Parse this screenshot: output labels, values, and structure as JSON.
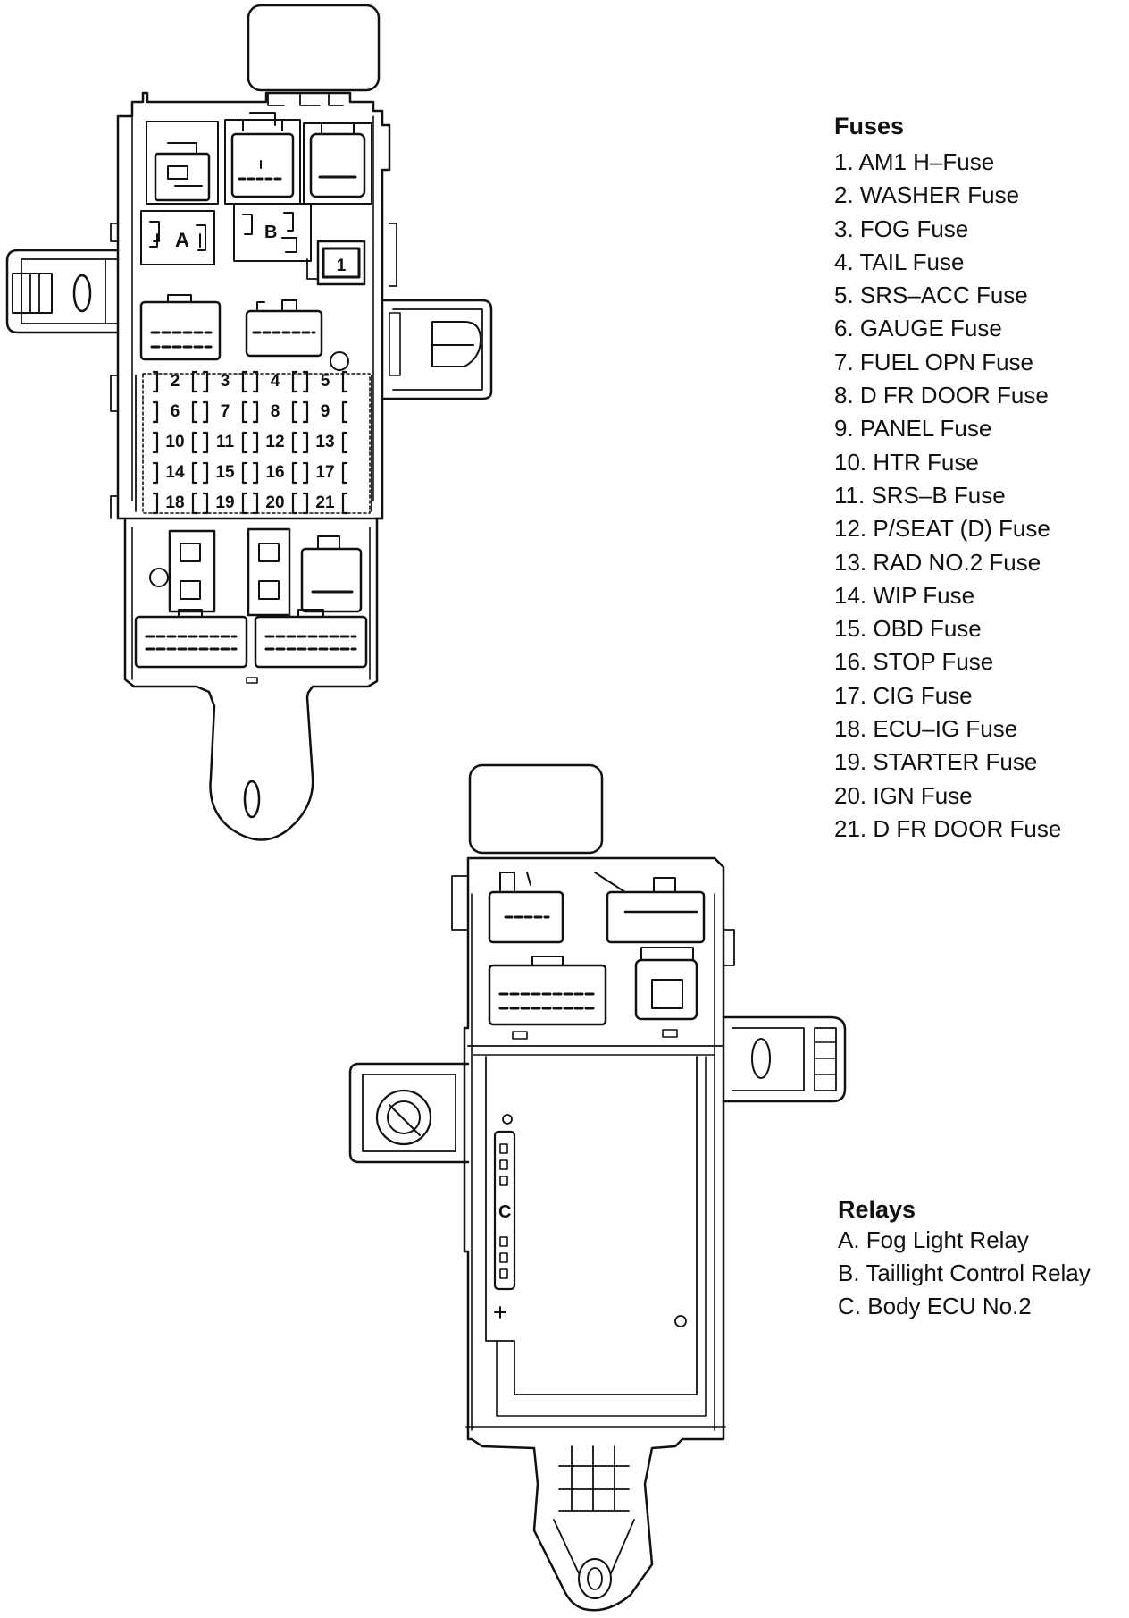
{
  "fuses": {
    "title": "Fuses",
    "items": [
      "1. AM1 H–Fuse",
      "2. WASHER Fuse",
      "3. FOG Fuse",
      "4. TAIL Fuse",
      "5. SRS–ACC Fuse",
      "6. GAUGE Fuse",
      "7. FUEL OPN Fuse",
      "8. D FR DOOR Fuse",
      "9. PANEL Fuse",
      "10. HTR Fuse",
      "11. SRS–B Fuse",
      "12. P/SEAT (D) Fuse",
      "13. RAD NO.2 Fuse",
      "14. WIP Fuse",
      "15. OBD Fuse",
      "16. STOP Fuse",
      "17. CIG Fuse",
      "18. ECU–IG Fuse",
      "19. STARTER Fuse",
      "20. IGN Fuse",
      "21. D FR DOOR Fuse"
    ]
  },
  "relays": {
    "title": "Relays",
    "items": [
      "A. Fog Light Relay",
      "B. Taillight Control Relay",
      "C. Body ECU No.2"
    ]
  },
  "diagram_labels": {
    "fuse_numbers": [
      "1",
      "2",
      "3",
      "4",
      "5",
      "6",
      "7",
      "8",
      "9",
      "10",
      "11",
      "12",
      "13",
      "14",
      "15",
      "16",
      "17",
      "18",
      "19",
      "20",
      "21"
    ],
    "relay_a": "A",
    "relay_b": "B",
    "relay_c": "C"
  }
}
